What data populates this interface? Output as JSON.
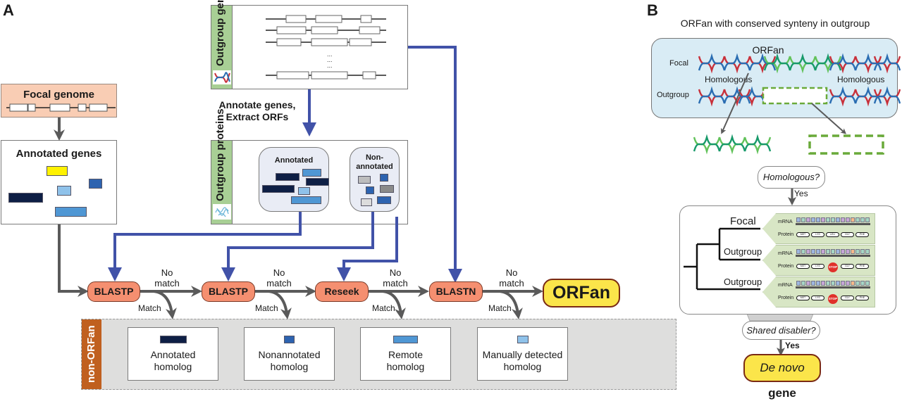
{
  "panel_a": {
    "letter": "A",
    "focal_genome": {
      "title": "Focal genome"
    },
    "annotated_genes": {
      "title": "Annotated genes",
      "colors": {
        "yellow": "#fff200",
        "navy": "#0e1f45",
        "mid_blue": "#2d63b0",
        "light_blue": "#8fc2ea",
        "sky_blue": "#4f97d4"
      }
    },
    "outgroup_genomes": {
      "label": "Outgroup genomes",
      "ellipsis": "...\n...\n..."
    },
    "annotate_step": {
      "line1": "Annotate genes,",
      "line2": "Extract ORFs"
    },
    "outgroup_proteins": {
      "label": "Outgroup proteins",
      "annotated_label": "Annotated",
      "nonannotated_label": "Non-\nannotated"
    },
    "pipeline": {
      "steps": [
        {
          "label": "BLASTP"
        },
        {
          "label": "BLASTP"
        },
        {
          "label": "Reseek"
        },
        {
          "label": "BLASTN"
        }
      ],
      "no_match_label": "No\nmatch",
      "match_label": "Match",
      "result": "ORFan"
    },
    "non_orfan": {
      "tab_label": "non-ORFan",
      "homologs": [
        {
          "line1": "Annotated",
          "line2": "homolog",
          "swatch": "#0e1f45"
        },
        {
          "line1": "Nonannotated",
          "line2": "homolog",
          "swatch": "#2d63b0"
        },
        {
          "line1": "Remote",
          "line2": "homolog",
          "swatch": "#4f97d4"
        },
        {
          "line1": "Manually detected",
          "line2": "homolog",
          "swatch": "#8fc2ea"
        }
      ]
    },
    "colors": {
      "blue_arrow": "#4152a8",
      "gray_arrow": "#5a5a5a",
      "pill": "#f58f70",
      "orfan": "#fbe54a",
      "non_orfan_tab": "#c0601f",
      "green_sidebar": "#a8cf95"
    }
  },
  "panel_b": {
    "letter": "B",
    "title": "ORFan with conserved synteny in outgroup",
    "synteny": {
      "orfan_label": "ORFan",
      "focal_label": "Focal",
      "outgroup_label": "Outgroup",
      "homologous_left": "Homologous",
      "homologous_right": "Homologous"
    },
    "question1": "Homologous?",
    "yes1": "Yes",
    "tree": {
      "leaves": [
        {
          "label": "Focal",
          "has_stop": false
        },
        {
          "label": "Outgroup",
          "has_stop": true
        },
        {
          "label": "Outgroup",
          "has_stop": true
        }
      ],
      "mrna_label": "mRNA",
      "protein_label": "Protein",
      "residues_focal": [
        "MET",
        "LYS",
        "LEU",
        "GLY",
        "PHE"
      ],
      "residues_outgroup": [
        "MET",
        "LYS",
        "STOP",
        "GLY",
        "PHE"
      ],
      "stop_label": "STOP"
    },
    "question2": "Shared disabler?",
    "yes2": "Yes",
    "result_italic": "De novo",
    "result_bold": "gene"
  }
}
